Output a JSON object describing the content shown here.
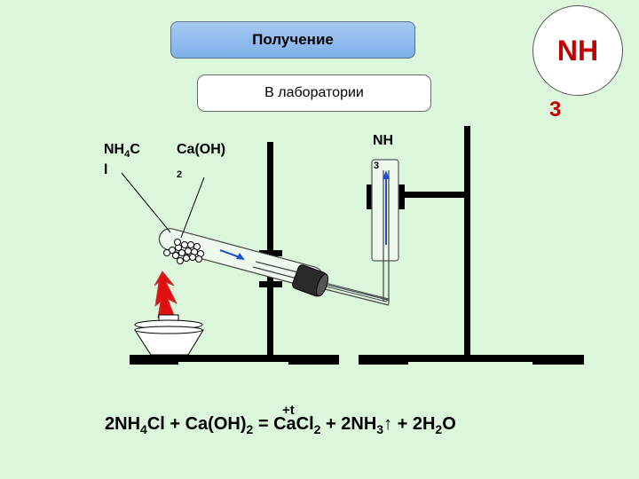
{
  "header": {
    "title": "Получение",
    "subtitle": "В лаборатории"
  },
  "badge": {
    "formula_main": "NH",
    "formula_sub": "3"
  },
  "labels": {
    "ammonium_chloride_a": "NH",
    "ammonium_chloride_sub": "4",
    "ammonium_chloride_b": "C",
    "ammonium_chloride_c": "l",
    "calcium_hydroxide": "Ca(OH)",
    "calcium_hydroxide_sub": "2",
    "gas_main": "NH",
    "gas_sub": "3"
  },
  "equation": {
    "condition": "+t",
    "p1": "2NH",
    "s1": "4",
    "p2": "Cl + Ca(OH)",
    "s2": "2",
    "p3": " = CaCl",
    "s3": "2",
    "p4": " + 2NH",
    "s4": "3",
    "p5": "↑ + 2H",
    "s5": "2",
    "p6": "O"
  },
  "colors": {
    "background": "#dcf6dc",
    "accent": "#c00000",
    "header_button": "#8fbbee",
    "arrow": "#2050d0",
    "flame": "#e01010"
  }
}
